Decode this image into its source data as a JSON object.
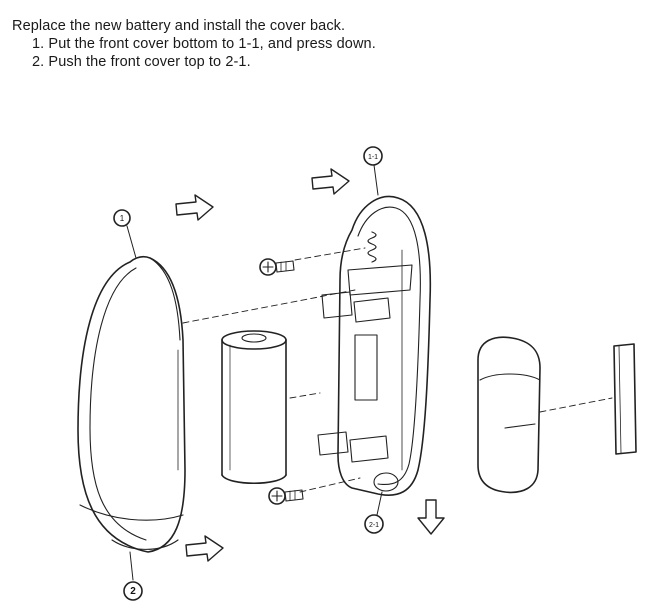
{
  "instructions": {
    "intro": "Replace the new battery and install the cover back.",
    "steps": [
      "1. Put the front cover bottom to 1-1, and press down.",
      "2. Push the front cover top to 2-1."
    ]
  },
  "callouts": {
    "c1": "1",
    "c2": "2",
    "c11": "1-1",
    "c21": "2-1"
  }
}
